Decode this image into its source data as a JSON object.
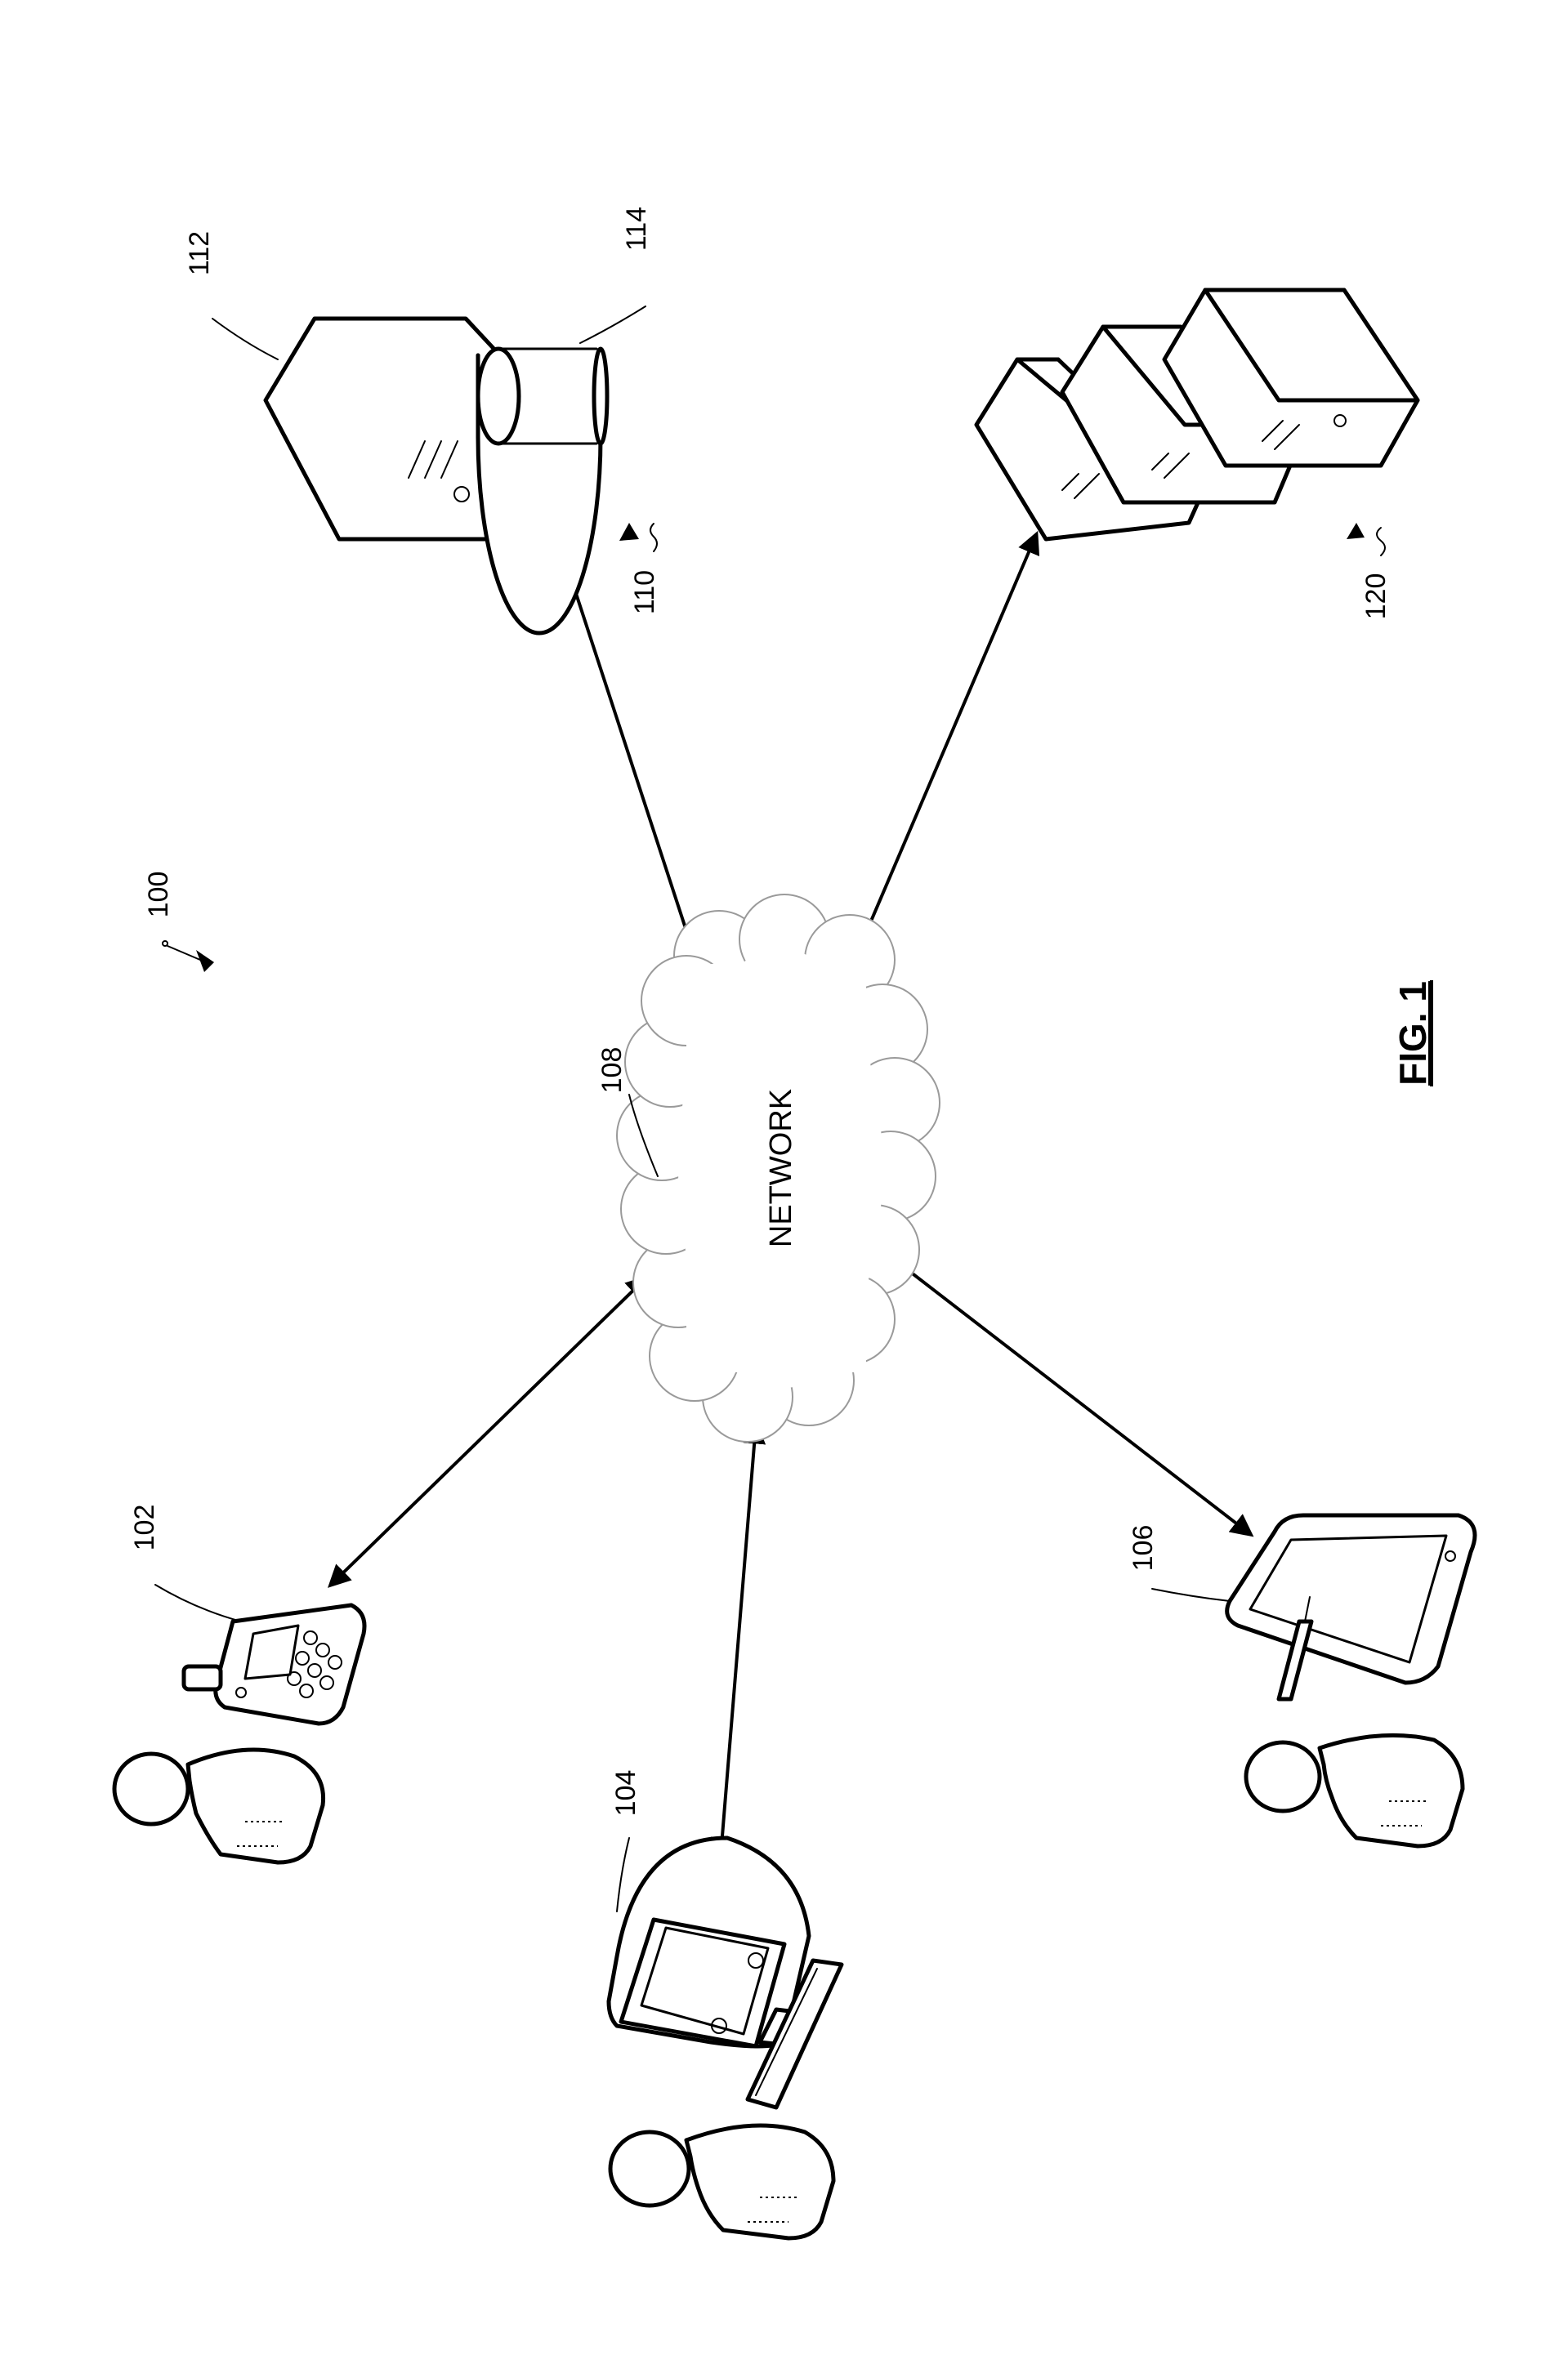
{
  "figure": {
    "caption": "FIG. 1",
    "system_ref": "100"
  },
  "network": {
    "label": "NETWORK",
    "ref": "108"
  },
  "server_system": {
    "ref": "110",
    "server_ref": "112",
    "database_ref": "114"
  },
  "server_farm": {
    "ref": "120"
  },
  "devices": {
    "mobile_phone_ref": "102",
    "desktop_ref": "104",
    "tablet_ref": "106"
  }
}
